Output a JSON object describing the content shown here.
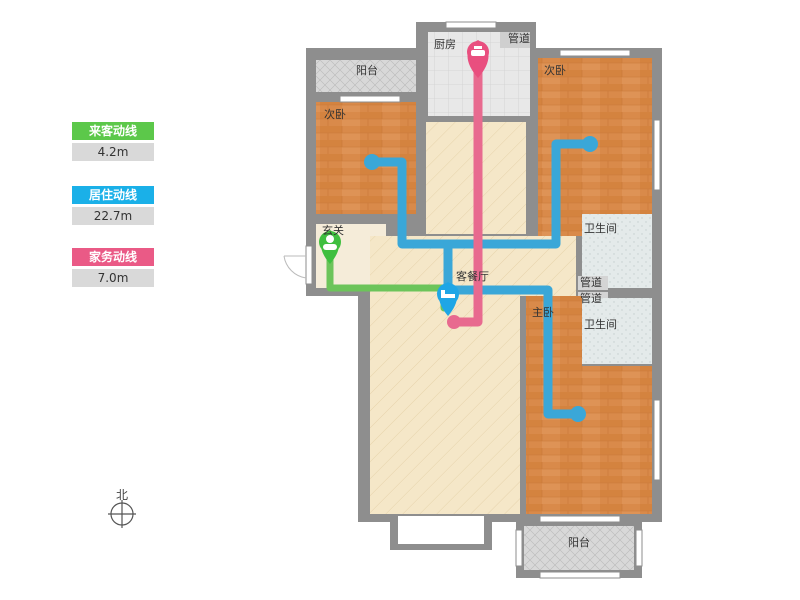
{
  "legend": [
    {
      "title": "来客动线",
      "value": "4.2m",
      "color": "#5cc84a"
    },
    {
      "title": "居住动线",
      "value": "22.7m",
      "color": "#1ab0e8"
    },
    {
      "title": "家务动线",
      "value": "7.0m",
      "color": "#ea5a86"
    }
  ],
  "rooms": {
    "kitchen": "厨房",
    "pipe_top": "管道",
    "balcony_top": "阳台",
    "bedroom_top_left": "次卧",
    "bedroom_top_right": "次卧",
    "entrance": "玄关",
    "living_dining": "客餐厅",
    "bath_1": "卫生间",
    "pipe_mid_1": "管道",
    "pipe_mid_2": "管道",
    "master_bedroom": "主卧",
    "bath_2": "卫生间",
    "balcony_bottom": "阳台"
  },
  "compass": {
    "label": "北"
  },
  "colors": {
    "wall": "#8e8e8e",
    "wood": "#d98a4a",
    "living_floor": "#f5e7c8",
    "tile": "#e2e8e8",
    "resident_path": "#3aa7d8",
    "guest_path": "#6cc45a",
    "chore_path": "#e86a8f"
  }
}
